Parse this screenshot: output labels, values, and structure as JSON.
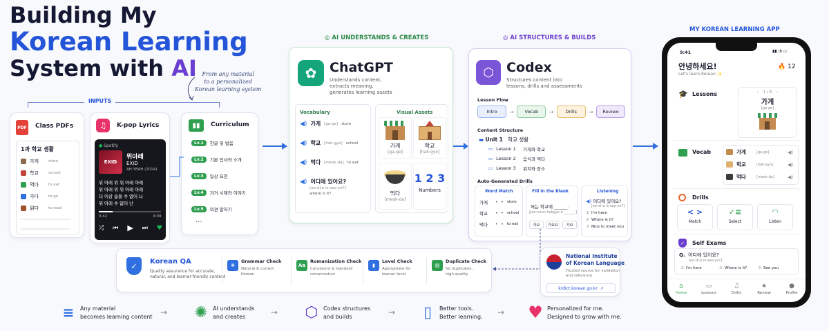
{
  "hero": {
    "line1": "Building My",
    "line2": "Korean Learning",
    "line3a": "System with ",
    "line3b": "AI",
    "note1": "From any material",
    "note2": "to a personalized",
    "note3": "Korean learning system"
  },
  "inputs": {
    "label": "INPUTS",
    "pdfs": {
      "title": "Class PDFs",
      "heading": "1과 학교 생활",
      "items": [
        {
          "ko": "가게",
          "en": "store"
        },
        {
          "ko": "학교",
          "en": "school"
        },
        {
          "ko": "먹다",
          "en": "to eat"
        },
        {
          "ko": "가다",
          "en": "to go"
        },
        {
          "ko": "읽다",
          "en": "to read"
        }
      ]
    },
    "lyrics": {
      "title": "K-pop Lyrics",
      "brand": "Spotify",
      "song": "위아래",
      "artist": "EXID",
      "album": "AH YEAH (2014)",
      "lines": [
        "위 아래 위 위 아래 아래",
        "위 아래 위 위 아래 아래",
        "더 이상 숨을 수 없어 나",
        "위 아래 수 없어 난"
      ],
      "time_start": "0:42",
      "time_end": "3:09"
    },
    "curriculum": {
      "title": "Curriculum",
      "levels": [
        {
          "lv": "Lv.1",
          "t": "한글 및 발음"
        },
        {
          "lv": "Lv.2",
          "t": "기본 인사와 소개"
        },
        {
          "lv": "Lv.3",
          "t": "일상 표현"
        },
        {
          "lv": "Lv.4",
          "t": "과거 시제와 이야기"
        },
        {
          "lv": "Lv.5",
          "t": "의견 말하기"
        }
      ],
      "more": "..."
    }
  },
  "chatgpt": {
    "header": "AI UNDERSTANDS & CREATES",
    "name": "ChatGPT",
    "desc": [
      "Understands content,",
      "extracts meaning,",
      "generates learning assets"
    ],
    "vocab_title": "Vocabulary",
    "vocab": [
      {
        "ko": "가게",
        "rom": "[ga-ge]",
        "en": "store"
      },
      {
        "ko": "학교",
        "rom": "[hak-gyo]",
        "en": "school"
      },
      {
        "ko": "먹다",
        "rom": "[meok-da]",
        "en": "to eat"
      },
      {
        "ko": "어디에 있어요?",
        "rom": "[eo-di-e is-seo-yo?]",
        "en": "where is it?"
      }
    ],
    "visual_title": "Visual Assets",
    "assets": [
      {
        "ko": "가게",
        "rom": "[ga-ge]"
      },
      {
        "ko": "학교",
        "rom": "[hak-gyo]"
      },
      {
        "ko": "먹다",
        "rom": "[meok-da]"
      }
    ],
    "numbers": "1 2 3",
    "numbers_label": "Numbers"
  },
  "codex": {
    "header": "AI STRUCTURES & BUILDS",
    "name": "Codex",
    "desc": [
      "Structures content into",
      "lessons, drills and assessments"
    ],
    "flow_title": "Lesson Flow",
    "flow": [
      "Intro",
      "Vocab",
      "Drills",
      "Review"
    ],
    "structure_title": "Content Structure",
    "unit": "Unit 1",
    "unit_name": "학교 생활",
    "lessons": [
      {
        "n": "Lesson 1",
        "t": "가게와 학교"
      },
      {
        "n": "Lesson 2",
        "t": "음식과 먹다"
      },
      {
        "n": "Lesson 3",
        "t": "위치와 장소"
      }
    ],
    "drills_title": "Auto-Generated Drills",
    "word_match": {
      "title": "Word Match",
      "pairs": [
        {
          "ko": "가게",
          "en": "store"
        },
        {
          "ko": "학교",
          "en": "school"
        },
        {
          "ko": "먹다",
          "en": "to eat"
        }
      ]
    },
    "fill": {
      "title": "Fill in the Blank",
      "q": "저는 학교에 ______.",
      "rom": "[jeo-neun hakgyo-e ______.]",
      "opts": [
        "가요",
        "가요요",
        "가요"
      ]
    },
    "listening": {
      "title": "Listening",
      "q": "어디에 있어요?",
      "rom": "[eo-di-e is-seo-yo?]",
      "opts": [
        "I'm here",
        "Where is it?",
        "Nice to meet you"
      ]
    }
  },
  "qa": {
    "title": "Korean QA",
    "desc": [
      "Quality assurance for accurate,",
      "natural, and learner-friendly content"
    ],
    "checks": [
      {
        "t": "Grammar Check",
        "d": [
          "Natural & correct",
          "Korean"
        ]
      },
      {
        "t": "Romanization Check",
        "d": [
          "Consistent & standard",
          "romanization"
        ]
      },
      {
        "t": "Level Check",
        "d": [
          "Appropriate for",
          "learner level"
        ]
      },
      {
        "t": "Duplicate Check",
        "d": [
          "No duplicates,",
          "high quality"
        ]
      }
    ]
  },
  "nikl": {
    "title": [
      "National Institute",
      "of Korean Language"
    ],
    "desc": [
      "Trusted source for validation",
      "and reference"
    ],
    "link": "krdict.korean.go.kr"
  },
  "bottom": [
    {
      "l1": "Any material",
      "l2": "becomes learning content"
    },
    {
      "l1": "AI understands",
      "l2": "and creates"
    },
    {
      "l1": "Codex structures",
      "l2": "and builds"
    },
    {
      "l1": "Better tools.",
      "l2": "Better learning."
    },
    {
      "l1": "Personalized for me.",
      "l2": "Designed to grow with me."
    }
  ],
  "app": {
    "label": "MY KOREAN LEARNING APP",
    "time": "9:41",
    "greeting": "안녕하세요!",
    "sub": "Let's learn Korean ✨",
    "streak": "12",
    "lessons": {
      "title": "Lessons",
      "pager": "1 / 8",
      "word": "가게",
      "rom": "[ga-ge]"
    },
    "vocab": {
      "title": "Vocab",
      "items": [
        {
          "ko": "가게",
          "rom": "[ga-ge]"
        },
        {
          "ko": "학교",
          "rom": "[hak-gyo]"
        },
        {
          "ko": "먹다",
          "rom": "[meok-da]"
        }
      ]
    },
    "drills": {
      "title": "Drills",
      "items": [
        "Match",
        "Select",
        "Listen"
      ]
    },
    "exams": {
      "title": "Self Exams",
      "q": "Q.",
      "ko": "어디에 있어요?",
      "rom": "[eo-di-e is-seo-yo?]",
      "opts": [
        "I'm here",
        "Where is it?",
        "See you"
      ]
    },
    "nav": [
      "Home",
      "Lessons",
      "Drills",
      "Review",
      "Profile"
    ]
  }
}
